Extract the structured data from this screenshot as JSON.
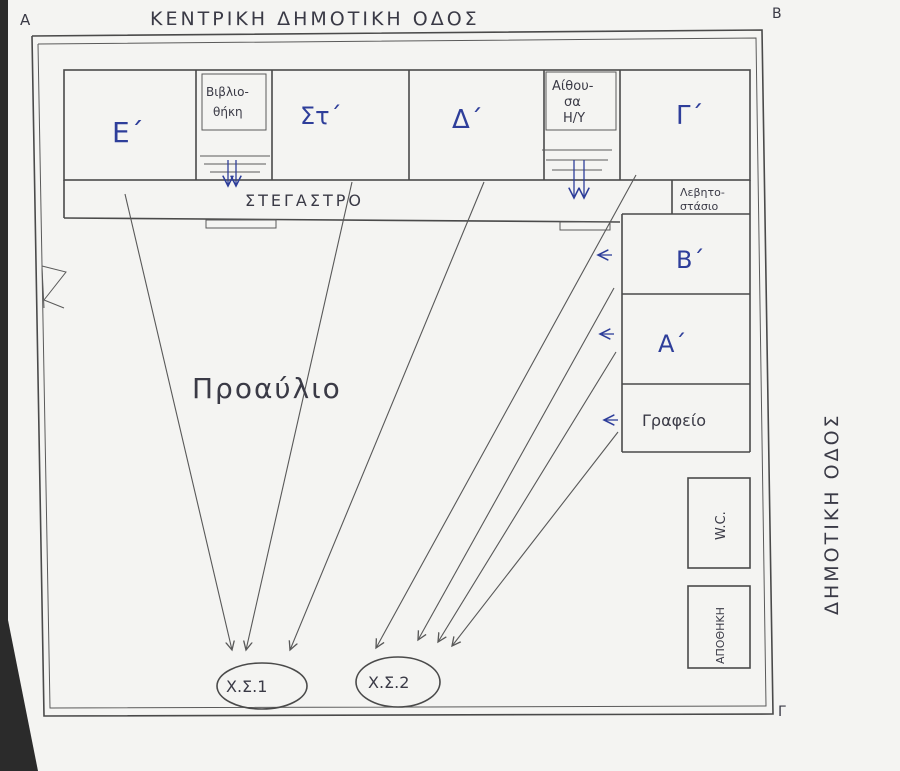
{
  "streets": {
    "top": "ΚΕΝΤΡΙΚΗ ΔΗΜΟΤΙΚΗ ΟΔΟΣ",
    "right": "ΔΗΜΟΤΙΚΗ ΟΔΟΣ"
  },
  "corners": {
    "a": "Α",
    "b": "Β",
    "c": "Γ"
  },
  "rooms": {
    "e": "Ε΄",
    "library": [
      "Βιβλιο-",
      "θήκη"
    ],
    "st": "Στ΄",
    "d": "Δ΄",
    "computer_lab": [
      "Αίθου-",
      "σα",
      "Η/Υ"
    ],
    "g": "Γ΄",
    "restroom": [
      "Λεβητο-",
      "στάσιο"
    ],
    "b": "Β΄",
    "a": "Α΄",
    "office": "Γραφείο",
    "wc": "W.C.",
    "storage": "ΑΠΟΘΗΚΗ"
  },
  "corridor": "ΣΤΕΓΑΣΤΡΟ",
  "yard": "Προαύλιο",
  "assembly_points": [
    "Χ.Σ.1",
    "Χ.Σ.2"
  ],
  "colors": {
    "paper": "#f4f4f2",
    "ink": "#3a3a46",
    "blue_ink": "#2e3e9a",
    "background": "#2b2b2b"
  }
}
